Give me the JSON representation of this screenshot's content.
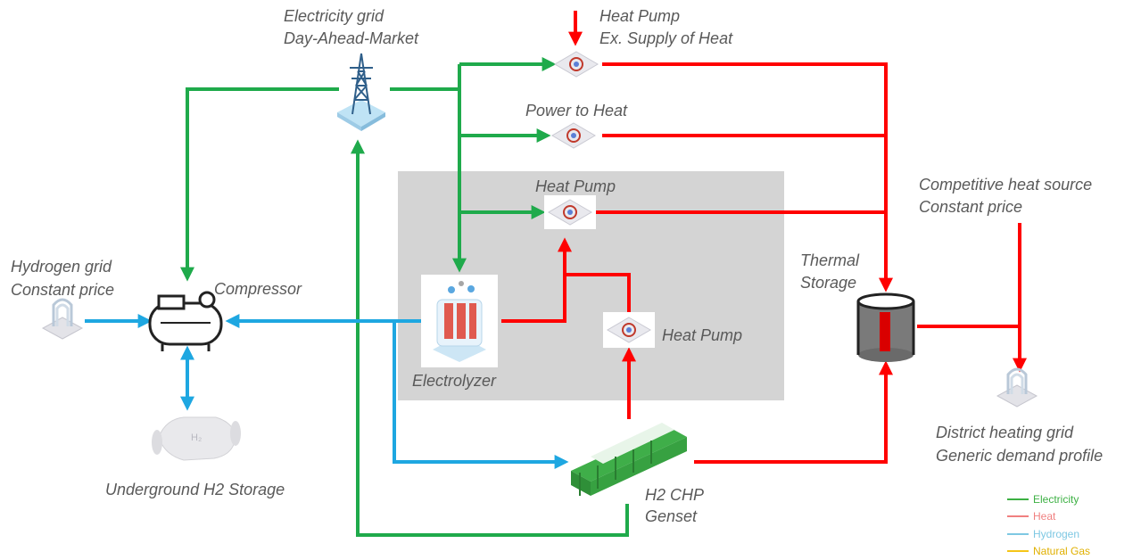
{
  "labels": {
    "grid_line1": "Electricity grid",
    "grid_line2": "Day-Ahead-Market",
    "hp_ext_line1": "Heat Pump",
    "hp_ext_line2": "Ex. Supply of Heat",
    "p2h": "Power to Heat",
    "hp_inner": "Heat Pump",
    "hp_lower": "Heat Pump",
    "competitive_line1": "Competitive heat source",
    "competitive_line2": "Constant price",
    "h2grid_line1": "Hydrogen grid",
    "h2grid_line2": "Constant price",
    "compressor": "Compressor",
    "thermal_line1": "Thermal",
    "thermal_line2": "Storage",
    "electrolyzer": "Electrolyzer",
    "storage": "Underground H2 Storage",
    "chp_line1": "H2 CHP",
    "chp_line2": "Genset",
    "district_line1": "District heating grid",
    "district_line2": "Generic demand profile"
  },
  "legend": [
    {
      "label": "Electricity",
      "color": "#3cb043"
    },
    {
      "label": "Heat",
      "color": "#f08080"
    },
    {
      "label": "Hydrogen",
      "color": "#7ec8e3"
    },
    {
      "label": "Natural Gas",
      "color": "#f5c518"
    }
  ],
  "colors": {
    "electricity": "#1faa4b",
    "heat": "#ff0000",
    "hydrogen": "#1ea7e1",
    "panel": "#d4d4d4"
  }
}
